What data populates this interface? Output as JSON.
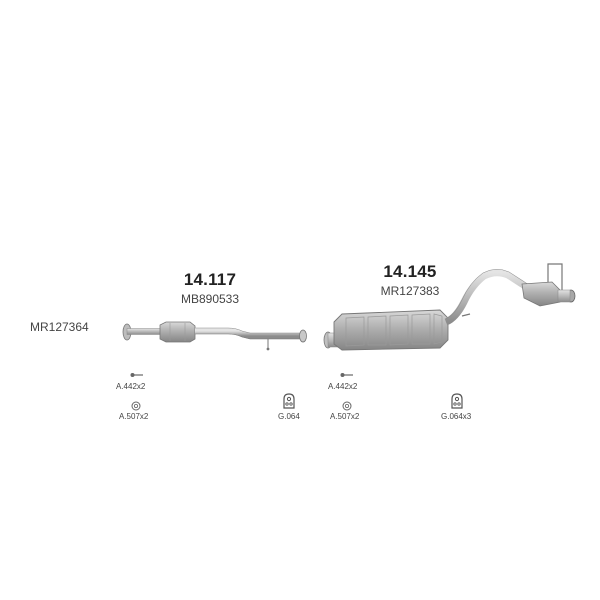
{
  "orphan_oem": "MR127364",
  "parts": [
    {
      "number": "14.117",
      "oem": "MB890533"
    },
    {
      "number": "14.145",
      "oem": "MR127383"
    }
  ],
  "accessories": [
    {
      "label": "A.442x2",
      "icon": "bolt-icon"
    },
    {
      "label": "A.507x2",
      "icon": "washer-icon"
    },
    {
      "label": "G.064",
      "icon": "rubber-hanger-icon"
    },
    {
      "label": "A.442x2",
      "icon": "bolt-icon"
    },
    {
      "label": "A.507x2",
      "icon": "washer-icon"
    },
    {
      "label": "G.064x3",
      "icon": "rubber-hanger-icon"
    }
  ]
}
